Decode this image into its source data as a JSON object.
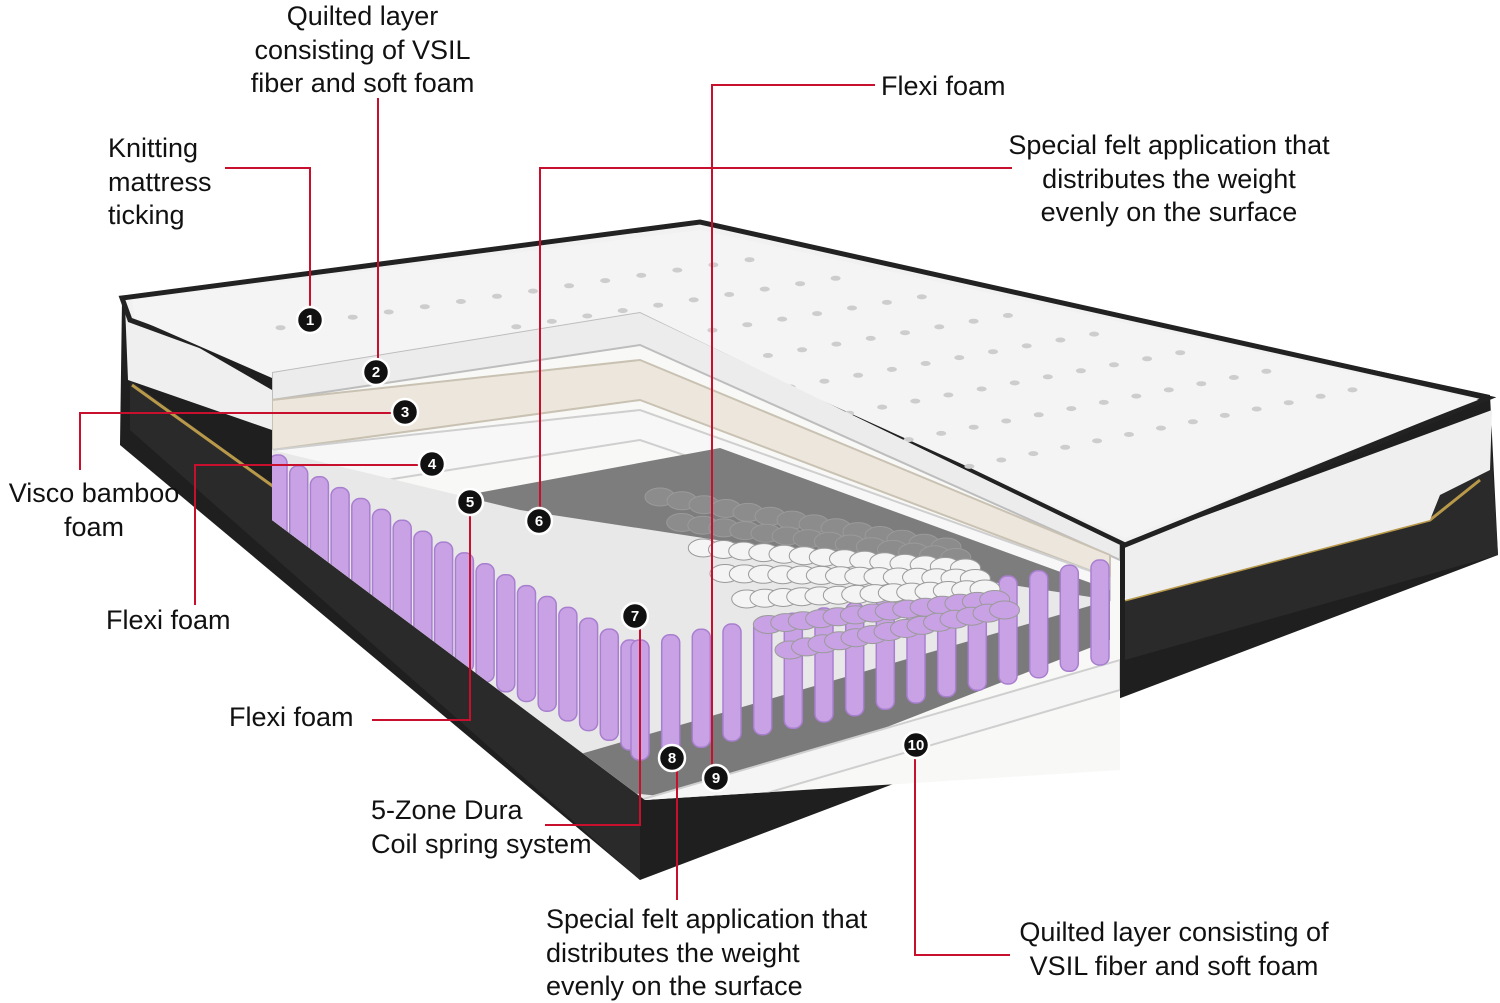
{
  "colors": {
    "leader_line": "#c8102e",
    "callout_circle": "#111111",
    "ticking": "#f2f2f2",
    "border_band": "#1e1e1e",
    "foam": "#f6f6f4",
    "felt": "#7a7a7a",
    "coil_purple": "#c9a2e6",
    "coil_white": "#f4f4f4",
    "coil_gray": "#8c8c8c",
    "gold_trim": "#b8994a"
  },
  "callouts": [
    {
      "number": "1",
      "lines": [
        "Knitting",
        "mattress",
        "ticking"
      ]
    },
    {
      "number": "2",
      "lines": [
        "Quilted layer",
        "consisting of VSIL",
        "fiber and soft foam"
      ]
    },
    {
      "number": "3",
      "lines": [
        "Visco bamboo",
        "foam"
      ]
    },
    {
      "number": "4",
      "lines": [
        "Flexi foam"
      ]
    },
    {
      "number": "5",
      "lines": [
        "Flexi foam"
      ]
    },
    {
      "number": "6",
      "lines": [
        "Special felt application that",
        "distributes the weight",
        "evenly on the surface"
      ]
    },
    {
      "number": "7",
      "lines": [
        "5-Zone Dura",
        "Coil spring system"
      ]
    },
    {
      "number": "8",
      "lines": [
        "Special felt application that",
        "distributes the weight",
        "evenly on the surface"
      ]
    },
    {
      "number": "9",
      "lines": [
        "Flexi foam"
      ]
    },
    {
      "number": "10",
      "lines": [
        "Quilted layer consisting of",
        "VSIL fiber and soft foam"
      ]
    }
  ]
}
